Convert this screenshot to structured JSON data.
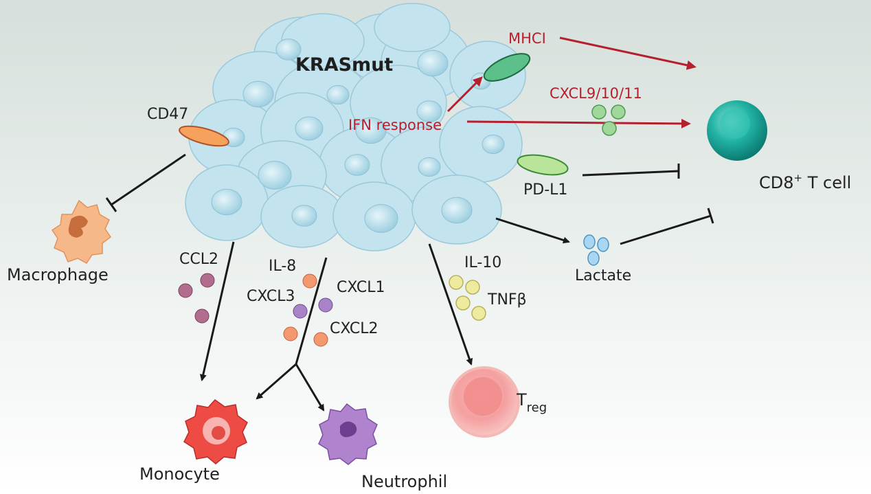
{
  "title": "KRASmut",
  "colors": {
    "red": "#b5202e",
    "tumor": "#c3e3ef",
    "tcell": "#1aa79a"
  },
  "labels": {
    "mhci": "MHCI",
    "cxcl9": "CXCL9/10/11",
    "ifn": "IFN response",
    "cd47": "CD47",
    "pdl1": "PD-L1",
    "cd8": "CD8",
    "cd8_sup": "+",
    "cd8_rest": " T cell",
    "macrophage": "Macrophage",
    "ccl2": "CCL2",
    "il8": "IL-8",
    "cxcl3": "CXCL3",
    "cxcl1": "CXCL1",
    "cxcl2": "CXCL2",
    "il10": "IL-10",
    "tnfb": "TNFβ",
    "lactate": "Lactate",
    "monocyte": "Monocyte",
    "neutrophil": "Neutrophil",
    "treg": "T",
    "treg_sub": "reg"
  }
}
